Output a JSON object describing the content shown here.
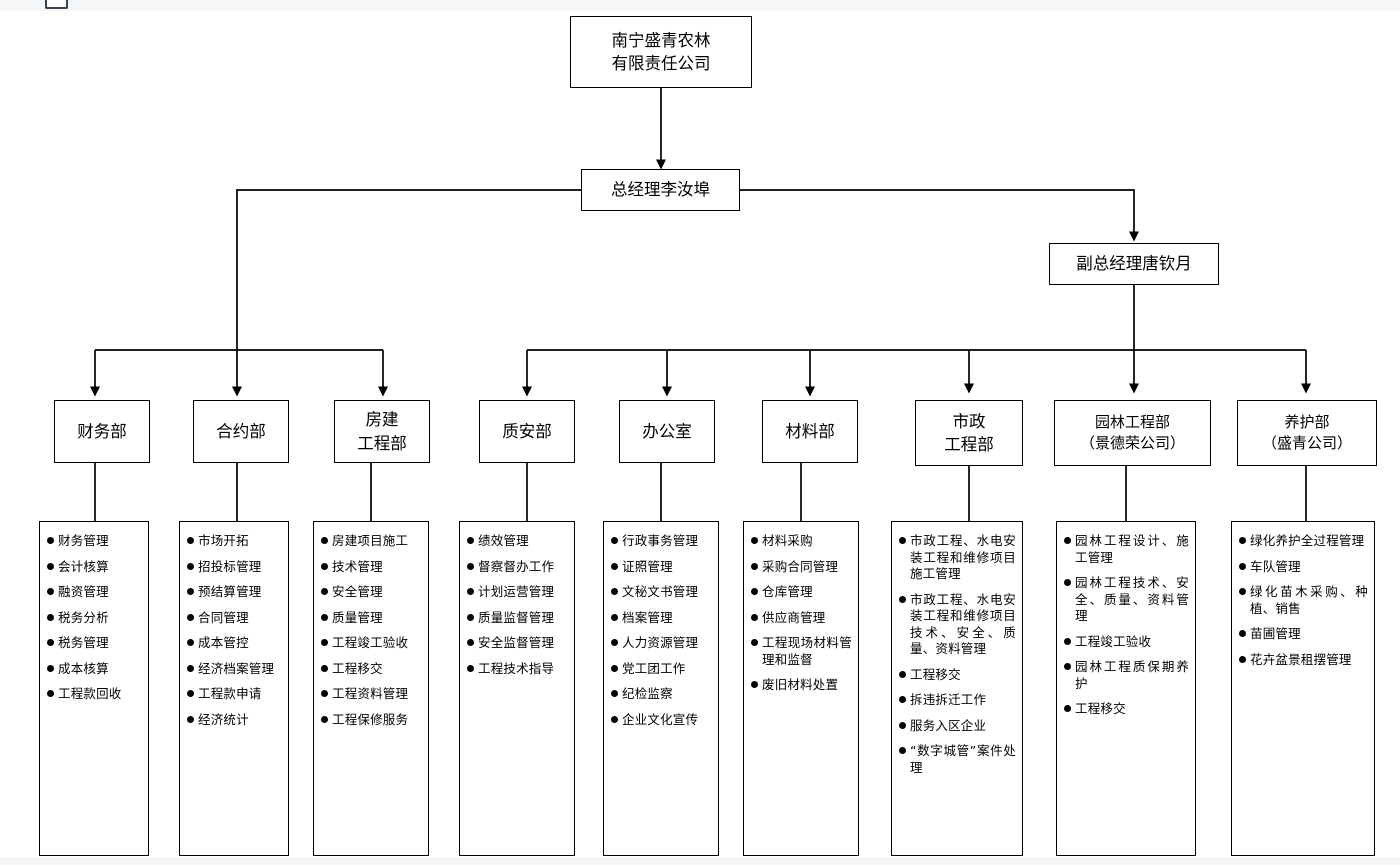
{
  "page": {
    "title": "南宁盛青农林有限责任公司组织结构图",
    "background_color": "#ffffff",
    "line_color": "#000000",
    "strip_color": "#f5f6f8"
  },
  "chart_data": {
    "type": "diagram",
    "subtype": "organization-chart",
    "orientation": "top-down",
    "root": "南宁盛青农林有限责任公司"
  },
  "top_node": {
    "name": "company-box",
    "lines": [
      "南宁盛青农林",
      "有限责任公司"
    ]
  },
  "general_manager": {
    "name": "general-manager-box",
    "lines": [
      "总经理李汝埠"
    ]
  },
  "vice_general_manager": {
    "name": "vice-general-manager-box",
    "lines": [
      "副总经理唐钦月"
    ]
  },
  "departments": [
    {
      "key": "finance",
      "title_lines": [
        "财务部"
      ],
      "duties": [
        "财务管理",
        "会计核算",
        "融资管理",
        "税务分析",
        "税务管理",
        "成本核算",
        "工程款回收"
      ]
    },
    {
      "key": "contract",
      "title_lines": [
        "合约部"
      ],
      "duties": [
        "市场开拓",
        "招投标管理",
        "预结算管理",
        "合同管理",
        "成本管控",
        "经济档案管理",
        "工程款申请",
        "经济统计"
      ]
    },
    {
      "key": "building-engineering",
      "title_lines": [
        "房建",
        "工程部"
      ],
      "duties": [
        "房建项目施工",
        "技术管理",
        "安全管理",
        "质量管理",
        "工程竣工验收",
        "工程移交",
        "工程资料管理",
        "工程保修服务"
      ]
    },
    {
      "key": "quality-safety",
      "title_lines": [
        "质安部"
      ],
      "duties": [
        "绩效管理",
        "督察督办工作",
        "计划运营管理",
        "质量监督管理",
        "安全监督管理",
        "工程技术指导"
      ]
    },
    {
      "key": "office",
      "title_lines": [
        "办公室"
      ],
      "duties": [
        "行政事务管理",
        "证照管理",
        "文秘文书管理",
        "档案管理",
        "人力资源管理",
        "党工团工作",
        "纪检监察",
        "企业文化宣传"
      ]
    },
    {
      "key": "materials",
      "title_lines": [
        "材料部"
      ],
      "duties": [
        "材料采购",
        "采购合同管理",
        "仓库管理",
        "供应商管理",
        "工程现场材料管理和监督",
        "废旧材料处置"
      ]
    },
    {
      "key": "municipal-engineering",
      "title_lines": [
        "市政",
        "工程部"
      ],
      "duties": [
        "市政工程、水电安装工程和维修项目施工管理",
        "市政工程、水电安装工程和维修项目技术、安全、质量、资料管理",
        "工程移交",
        "拆违拆迁工作",
        "服务入区企业",
        "“数字城管”案件处理"
      ]
    },
    {
      "key": "landscape-engineering",
      "title_lines": [
        "园林工程部",
        "（景德荣公司）"
      ],
      "duties": [
        "园林工程设计、施工管理",
        "园林工程技术、安全、质量、资料管理",
        "工程竣工验收",
        "园林工程质保期养护",
        "工程移交"
      ]
    },
    {
      "key": "maintenance",
      "title_lines": [
        "养护部",
        "（盛青公司）"
      ],
      "duties": [
        "绿化养护全过程管理",
        "车队管理",
        "绿化苗木采购、种植、销售",
        "苗圃管理",
        "花卉盆景租摆管理"
      ]
    }
  ]
}
